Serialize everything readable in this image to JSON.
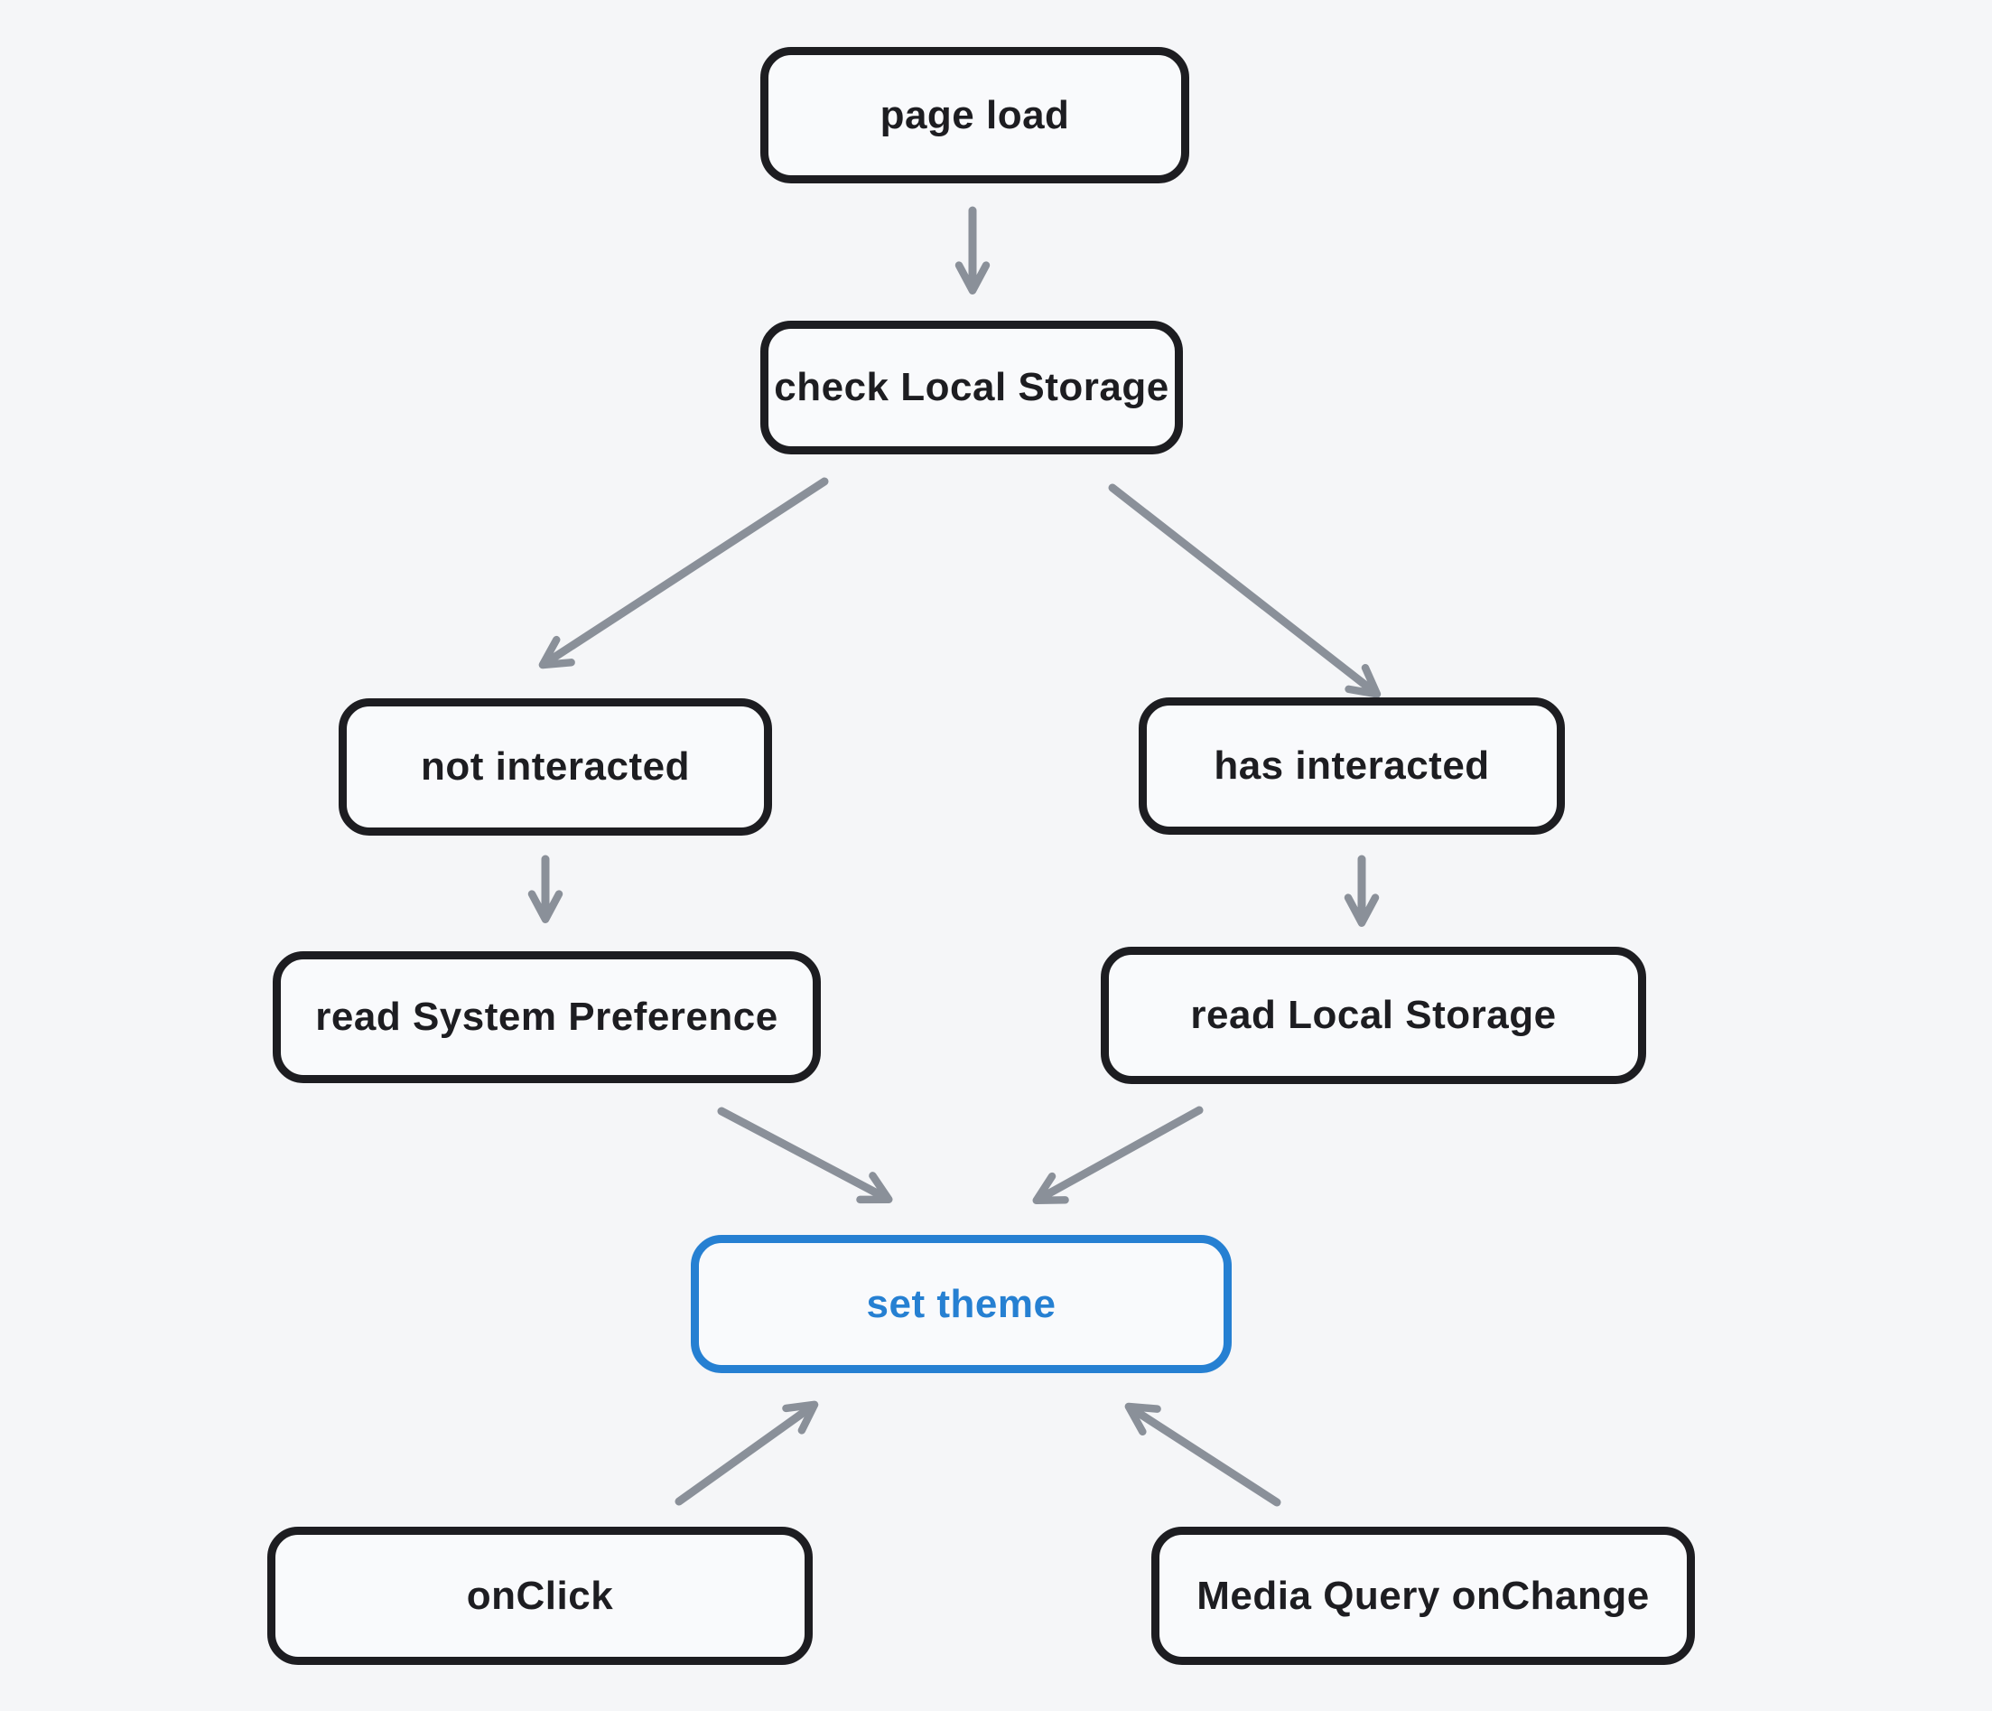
{
  "diagram": {
    "title": "theme selection flowchart",
    "colors": {
      "background": "#f5f6f8",
      "node_stroke": "#1d1d21",
      "node_fill": "#f9fafc",
      "accent_blue": "#2680d2",
      "arrow_gray": "#8a9099"
    },
    "nodes": [
      {
        "id": "page-load",
        "label": "page load",
        "variant": "default"
      },
      {
        "id": "check-local-storage",
        "label": "check Local Storage",
        "variant": "default"
      },
      {
        "id": "not-interacted",
        "label": "not interacted",
        "variant": "default"
      },
      {
        "id": "has-interacted",
        "label": "has interacted",
        "variant": "default"
      },
      {
        "id": "read-system-preference",
        "label": "read System Preference",
        "variant": "default"
      },
      {
        "id": "read-local-storage",
        "label": "read Local Storage",
        "variant": "default"
      },
      {
        "id": "set-theme",
        "label": "set theme",
        "variant": "accent"
      },
      {
        "id": "on-click",
        "label": "onClick",
        "variant": "default"
      },
      {
        "id": "media-query-onchange",
        "label": "Media Query onChange",
        "variant": "default"
      }
    ],
    "edges": [
      {
        "from": "page-load",
        "to": "check-local-storage"
      },
      {
        "from": "check-local-storage",
        "to": "not-interacted"
      },
      {
        "from": "check-local-storage",
        "to": "has-interacted"
      },
      {
        "from": "not-interacted",
        "to": "read-system-preference"
      },
      {
        "from": "has-interacted",
        "to": "read-local-storage"
      },
      {
        "from": "read-system-preference",
        "to": "set-theme"
      },
      {
        "from": "read-local-storage",
        "to": "set-theme"
      },
      {
        "from": "on-click",
        "to": "set-theme"
      },
      {
        "from": "media-query-onchange",
        "to": "set-theme"
      }
    ]
  }
}
